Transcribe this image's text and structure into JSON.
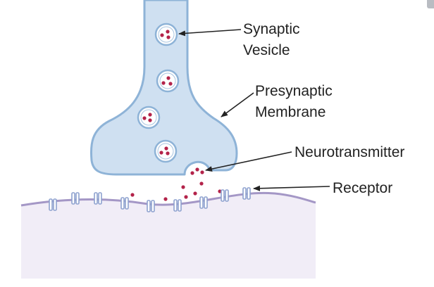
{
  "labels": {
    "synaptic_vesicle": [
      "Synaptic",
      "Vesicle"
    ],
    "presynaptic_membrane": [
      "Presynaptic",
      "Membrane"
    ],
    "neurotransmitter": "Neurotransmitter",
    "receptor": "Receptor"
  },
  "colors": {
    "axon_fill": "#cfe0f1",
    "axon_stroke": "#8eb3d7",
    "postsynaptic_fill": "#f1edf7",
    "postsynaptic_membrane": "#a497c6",
    "neurotransmitter_dot": "#b3234a",
    "arrow": "#222222"
  }
}
